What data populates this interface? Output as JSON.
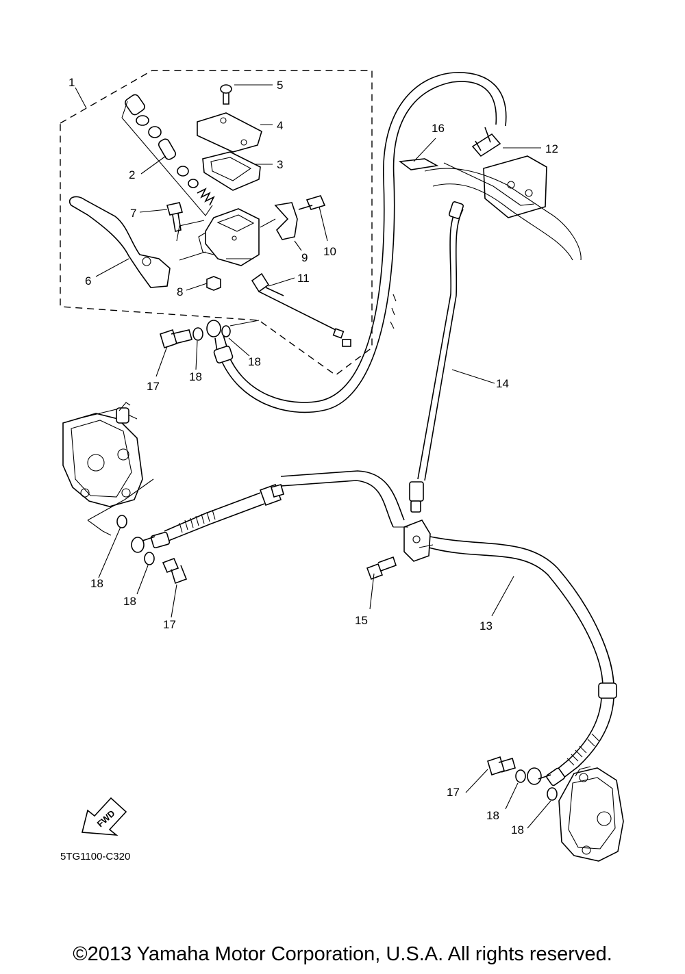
{
  "labels": {
    "l1": "1",
    "l2": "2",
    "l3": "3",
    "l4": "4",
    "l5": "5",
    "l6": "6",
    "l7": "7",
    "l8": "8",
    "l9": "9",
    "l10": "10",
    "l11": "11",
    "l12": "12",
    "l13": "13",
    "l14": "14",
    "l15": "15",
    "l16": "16",
    "l17a": "17",
    "l17b": "17",
    "l17c": "17",
    "l18a": "18",
    "l18b": "18",
    "l18c": "18",
    "l18d": "18",
    "l18e": "18",
    "l18f": "18"
  },
  "fwd_arrow": "FWD",
  "diagram_code": "5TG1100-C320",
  "copyright": "©2013 Yamaha Motor Corporation, U.S.A. All rights reserved."
}
